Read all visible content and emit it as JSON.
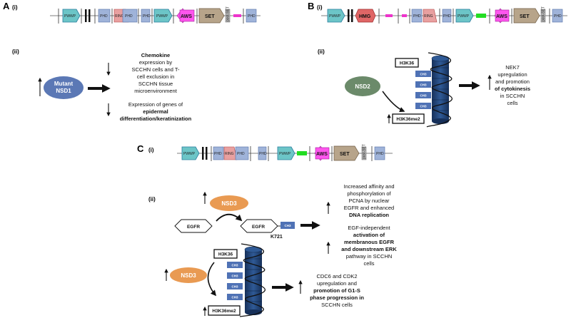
{
  "panels": {
    "A": {
      "letter": "A",
      "i": "(i)",
      "ii": "(ii)",
      "domains": [
        "PWWP",
        "PHD",
        "RING",
        "PHD",
        "PHD",
        "PWWP",
        "AWS",
        "SET",
        "post-SET",
        "PHD"
      ],
      "oval": [
        "Mutant",
        "NSD1"
      ],
      "out1": {
        "pre": "",
        "bold": "Chemokine",
        "rest": [
          "expression",
          "by",
          "SCCHN cells and",
          "T-",
          "cell exclusion",
          "in",
          "SCCHN tissue",
          "microenvironment"
        ]
      },
      "out1_lines": [
        "Chemokine",
        "expression by",
        "SCCHN cells and T-",
        "cell exclusion in",
        "SCCHN tissue",
        "microenvironment"
      ],
      "out2_lines": [
        "Expression of genes of",
        "epidermal",
        "differentiation/keratinization"
      ]
    },
    "B": {
      "letter": "B",
      "i": "(i)",
      "ii": "(ii)",
      "domains": [
        "PWWP",
        "HMG",
        "PHD",
        "RING",
        "PHD",
        "PWWP",
        "AWS",
        "SET",
        "post-SET",
        "PHD"
      ],
      "oval": "NSD2",
      "h3k36": "H3K36",
      "h3k36me2": "H3K36me2",
      "ch3": "CH3",
      "out_lines": [
        "NEK7",
        "upregulation",
        "and promotion",
        "of cytokinesis",
        "in SCCHN",
        "cells"
      ]
    },
    "C": {
      "letter": "C",
      "i": "(i)",
      "ii": "(ii)",
      "domains": [
        "PWWP",
        "PHD",
        "RING",
        "PHD",
        "PHD",
        "PWWP",
        "AWS",
        "SET",
        "post-SET",
        "PHD"
      ],
      "nsd3": "NSD3",
      "egfr": "EGFR",
      "k721": "K721",
      "ch3": "CH3",
      "h3k36": "H3K36",
      "h3k36me2": "H3K36me2",
      "out1_lines": [
        "Increased affinity and",
        "phosphorylation of",
        "PCNA by nuclear",
        "EGFR and enhanced",
        "DNA replication"
      ],
      "out2_lines": [
        "EGF-independent",
        "activation of",
        "membranous EGFR",
        "and downstream ERK",
        "pathway in SCCHN",
        "cells"
      ],
      "out3_lines": [
        "CDC6 and CDK2",
        "upregulation and",
        "promotion of G1-S",
        "phase progression in",
        "SCCHN cells"
      ]
    }
  },
  "colors": {
    "pwwp": "#6cc5c7",
    "phd": "#9fb3d9",
    "ring": "#e8a0a0",
    "hmg": "#e06666",
    "aws": "#ff55ee",
    "set": "#b7a48a",
    "postset": "#b9b9b9",
    "green": "#22dd22",
    "magenta_bar": "#ee33cc",
    "nsd1": "#5b78b5",
    "nsd2": "#6b8a6a",
    "nsd3": "#e99a52",
    "ch3": "#4f72b5",
    "nucleosome": "#1f3b6b"
  }
}
